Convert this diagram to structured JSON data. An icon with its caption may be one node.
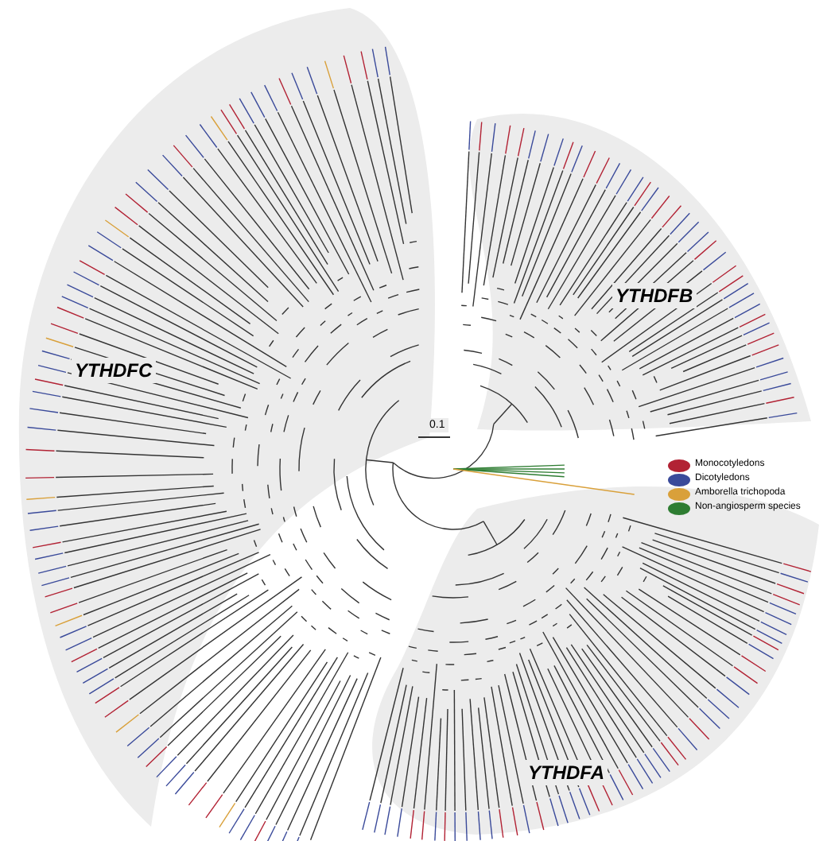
{
  "diagram": {
    "labels": [
      "YTHDFB",
      "YTHDFC",
      "0.1",
      "YTHDFA"
    ],
    "legend": [
      {
        "text": "Monocotyledons",
        "color": "#b22234"
      },
      {
        "text": "Dicotyledons",
        "color": "#3a4a9a"
      },
      {
        "text": "Amborella trichopoda",
        "color": "#d9a03a"
      },
      {
        "text": "Non-angiosperm species",
        "color": "#2e7d32"
      }
    ]
  }
}
